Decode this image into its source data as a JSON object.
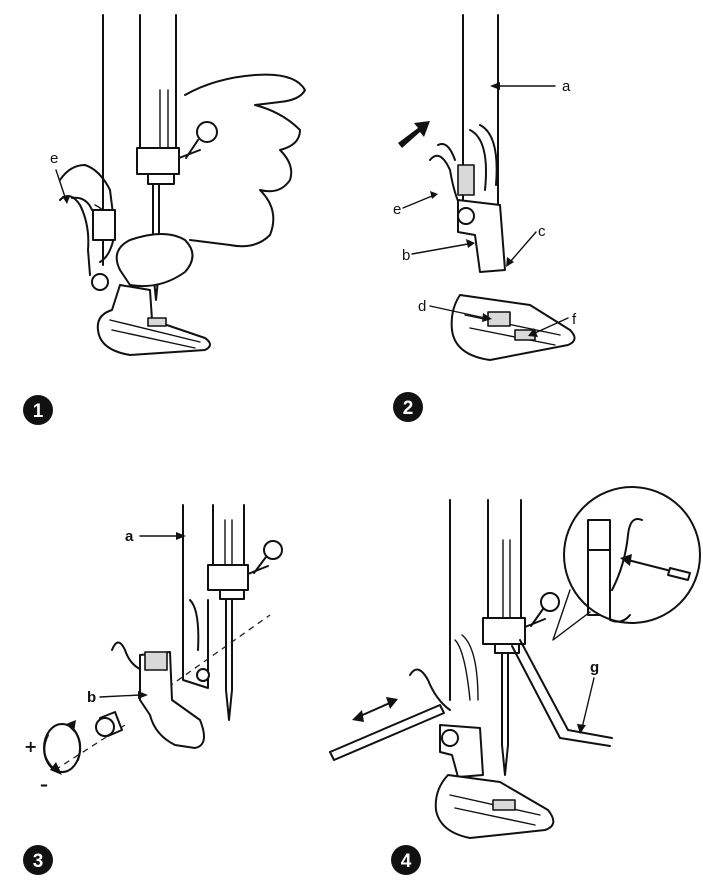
{
  "steps": [
    {
      "number": "1",
      "labels": {
        "e": "e"
      }
    },
    {
      "number": "2",
      "labels": {
        "a": "a",
        "e": "e",
        "b": "b",
        "c": "c",
        "d": "d",
        "f": "f"
      }
    },
    {
      "number": "3",
      "labels": {
        "a": "a",
        "b": "b",
        "plus": "+",
        "minus": "–"
      }
    },
    {
      "number": "4",
      "labels": {
        "g": "g"
      }
    }
  ],
  "colors": {
    "line": "#111111",
    "badge": "#111111",
    "background": "#ffffff"
  }
}
